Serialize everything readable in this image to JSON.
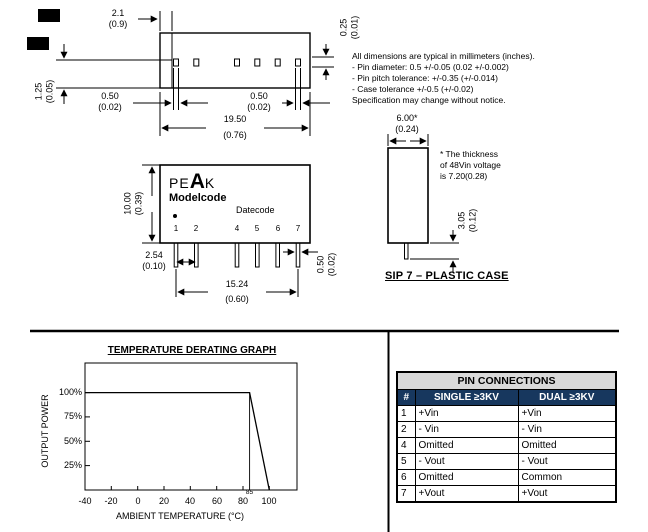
{
  "mech": {
    "dims": {
      "pin_offset": {
        "mm": "2.1",
        "in": "(0.9)"
      },
      "pin_thickness": {
        "mm": "0.25",
        "in": "(0.01)"
      },
      "standoff": {
        "mm": "1.25",
        "in": "(0.05)"
      },
      "pin_width_left": {
        "mm": "0.50",
        "in": "(0.02)"
      },
      "pin_width_right": {
        "mm": "0.50",
        "in": "(0.02)"
      },
      "body_length": {
        "mm": "19.50",
        "in": "(0.76)"
      },
      "body_height": {
        "mm": "10.00",
        "in": "(0.39)"
      },
      "pin_pitch": {
        "mm": "2.54",
        "in": "(0.10)"
      },
      "pin_span": {
        "mm": "15.24",
        "in": "(0.60)"
      },
      "pin_width_front": {
        "mm": "0.50",
        "in": "(0.02)"
      },
      "case_thickness": {
        "mm": "6.00*",
        "in": "(0.24)"
      },
      "pin_length": {
        "mm": "3.05",
        "in": "(0.12)"
      }
    },
    "notes": [
      "All dimensions are typical in millimeters (inches).",
      "- Pin diameter: 0.5 +/-0.05 (0.02 +/-0.002)",
      "- Pin pitch tolerance: +/-0.35 (+/-0.014)",
      "- Case tolerance +/-0.5 (+/-0.02)",
      "Specification may change without notice."
    ],
    "footnote": [
      "* The thickness",
      "of 48Vin voltage",
      "is 7.20(0.28)"
    ],
    "logo": {
      "pre": "PE",
      "mid": "A",
      "post": "K"
    },
    "modelcode_label": "Modelcode",
    "datecode_label": "Datecode",
    "pin_numbers": [
      "1",
      "2",
      "4",
      "5",
      "6",
      "7"
    ],
    "case_label": "SIP 7 – PLASTIC CASE"
  },
  "graph": {
    "title": "TEMPERATURE DERATING GRAPH",
    "ylabel": "OUTPUT POWER",
    "xlabel": "AMBIENT TEMPERATURE (°C)",
    "yticks": [
      "100%",
      "75%",
      "50%",
      "25%"
    ],
    "xticks": [
      "-40",
      "-20",
      "0",
      "20",
      "40",
      "60",
      "80",
      "100"
    ],
    "knee_label": "85"
  },
  "chart_data": {
    "type": "line",
    "title": "TEMPERATURE DERATING GRAPH",
    "xlabel": "AMBIENT TEMPERATURE (°C)",
    "ylabel": "OUTPUT POWER",
    "xlim": [
      -40,
      105
    ],
    "ylim_percent": [
      0,
      110
    ],
    "x_ticks": [
      -40,
      -20,
      0,
      20,
      40,
      60,
      80,
      100
    ],
    "y_ticks_percent": [
      100,
      75,
      50,
      25
    ],
    "grid": false,
    "series": [
      {
        "name": "output-power-derating",
        "points": [
          [
            -40,
            100
          ],
          [
            85,
            100
          ],
          [
            100,
            0
          ]
        ]
      }
    ],
    "annotations": [
      {
        "text": "85",
        "x": 85,
        "note": "vertical reference line at derating knee"
      }
    ]
  },
  "table": {
    "title": "PIN CONNECTIONS",
    "headers": [
      "#",
      "SINGLE ≥3KV",
      "DUAL ≥3KV"
    ],
    "rows": [
      [
        "1",
        "+Vin",
        "+Vin"
      ],
      [
        "2",
        "- Vin",
        "- Vin"
      ],
      [
        "4",
        "Omitted",
        "Omitted"
      ],
      [
        "5",
        "- Vout",
        "- Vout"
      ],
      [
        "6",
        "Omitted",
        "Common"
      ],
      [
        "7",
        "+Vout",
        "+Vout"
      ]
    ],
    "header_bg": "#17375E",
    "header_fg": "#FFFFFF",
    "title_bg": "#D9D9D9"
  }
}
